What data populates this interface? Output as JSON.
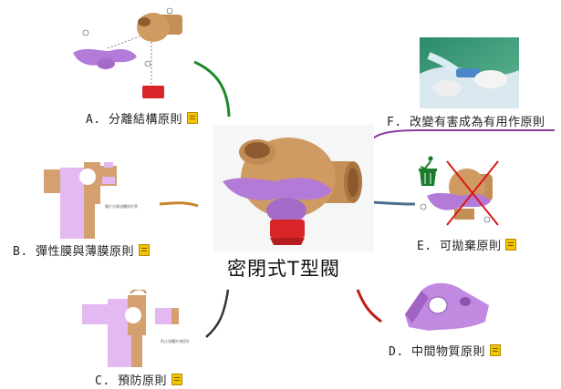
{
  "center": {
    "title": "密閉式T型閥"
  },
  "branches": [
    {
      "id": "a",
      "label": "A. 分離結構原則"
    },
    {
      "id": "b",
      "label": "B. 彈性膜與薄膜原則"
    },
    {
      "id": "c",
      "label": "C. 預防原則"
    },
    {
      "id": "d",
      "label": "D. 中間物質原則"
    },
    {
      "id": "e",
      "label": "E. 可拋棄原則"
    },
    {
      "id": "f",
      "label": "F. 改變有害成為有用作原則"
    }
  ],
  "colors": {
    "branch_a": "#1d8a2a",
    "branch_b": "#c8872a",
    "branch_c": "#333333",
    "branch_d": "#c21818",
    "branch_e": "#4f6e8e",
    "branch_f": "#8d3a9e",
    "valve_body": "#c9955f",
    "valve_handle": "#b77ad6",
    "valve_cap": "#d8262a"
  },
  "icons": [
    "note-icon",
    "recycle-bin-icon"
  ]
}
